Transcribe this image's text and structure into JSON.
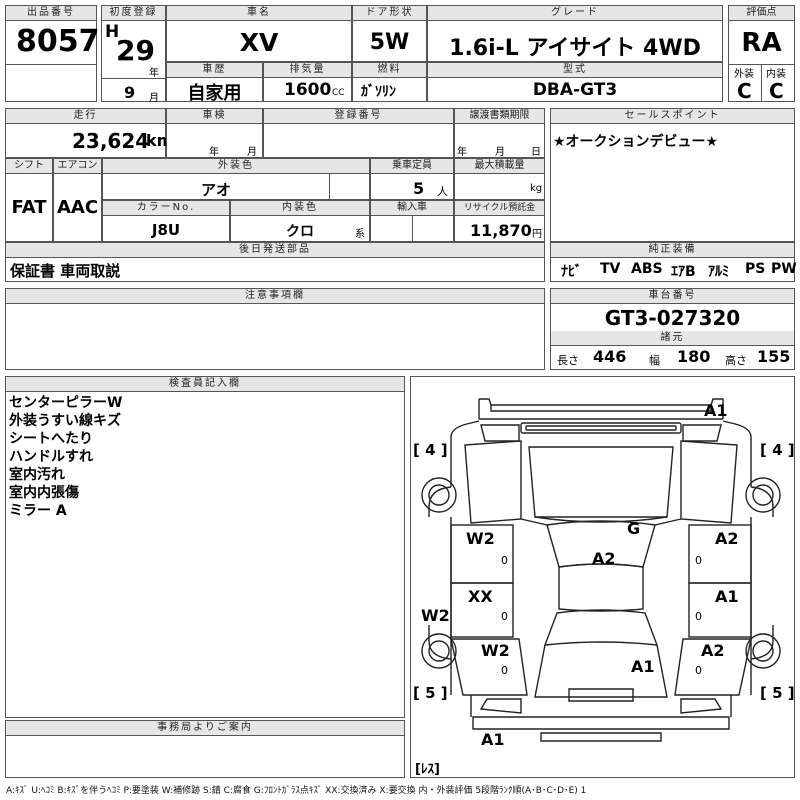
{
  "headers": {
    "lot": "出品番号",
    "first_reg": "初度登録",
    "car_name": "車名",
    "door": "ドア形状",
    "grade": "グレード",
    "score": "評価点",
    "history": "車歴",
    "displacement": "排気量",
    "fuel": "燃料",
    "model_code": "型式",
    "exterior": "外装",
    "interior": "内装",
    "mileage": "走行",
    "inspection": "車検",
    "registration": "登録番号",
    "transfer_deadline": "譲渡書類期限",
    "sales_point": "セールスポイント",
    "shift": "シフト",
    "aircon": "エアコン",
    "exterior_color": "外装色",
    "capacity": "乗車定員",
    "max_load": "最大積載量",
    "color_no": "カラーNo.",
    "interior_color": "内装色",
    "import": "輸入車",
    "recycle": "リサイクル預託金",
    "later_parts": "後日発送部品",
    "equipment": "純正装備",
    "cautions": "注意事項欄",
    "chassis": "車台番号",
    "dimensions": "諸元",
    "inspector": "検査員記入欄",
    "office": "事務局よりご案内"
  },
  "vehicle": {
    "lot_no": "8057",
    "era": "H",
    "reg_year": "29",
    "year_unit": "年",
    "reg_month": "9",
    "month_unit": "月",
    "name": "XV",
    "doors": "5W",
    "grade": "1.6i-L アイサイト 4WD",
    "score": "RA",
    "history": "自家用",
    "displacement": "1600",
    "displacement_unit": "CC",
    "fuel": "ｶﾞｿﾘﾝ",
    "model_code": "DBA-GT3",
    "exterior_grade": "C",
    "interior_grade": "C",
    "mileage": "23,624",
    "mileage_unit": "km",
    "inspection_year_unit": "年",
    "inspection_month_unit": "月",
    "transfer_year_unit": "年",
    "transfer_month_unit": "月",
    "transfer_day_unit": "日",
    "sales_point": "★オークションデビュー★",
    "shift": "FAT",
    "aircon": "AAC",
    "exterior_color": "アオ",
    "capacity": "5",
    "capacity_unit": "人",
    "max_load_unit": "kg",
    "color_no": "J8U",
    "interior_color": "クロ",
    "interior_color_suffix": "系",
    "recycle_fee": "11,870",
    "recycle_unit": "円",
    "later_parts": "保証書 車両取説",
    "equipment": [
      "ﾅﾋﾞ",
      "TV",
      "ABS",
      "ｴｱB",
      "ｱﾙﾐ",
      "PS",
      "PW"
    ],
    "chassis_no": "GT3-027320",
    "length_label": "長さ",
    "length": "446",
    "width_label": "幅",
    "width": "180",
    "height_label": "高さ",
    "height": "155"
  },
  "inspector_notes": [
    "センターピラーW",
    "外装うすい線キズ",
    "シートへたり",
    "ハンドルすれ",
    "室内汚れ",
    "室内内張傷",
    "ミラー A"
  ],
  "diagram": {
    "marks": {
      "top_right": "A1",
      "g": "G",
      "center": "A2",
      "left_front_door": "W2",
      "right_front_door": "A2",
      "left_rear_door": "XX",
      "right_rear_door": "A1",
      "left_rear_fender": "W2",
      "right_rear_fender": "A2",
      "left_pillar": "W2",
      "rear_panel": "A1",
      "bottom_left": "A1"
    },
    "zero": "0",
    "tire_front_left": "[ 4 ]",
    "tire_front_right": "[ 4 ]",
    "tire_rear_left": "[ 5 ]",
    "tire_rear_right": "[ 5 ]",
    "spare": "[ﾚｽ]"
  },
  "legend": "A:ｷｽﾞ U:ﾍｺﾐ B:ｷｽﾞを伴うﾍｺﾐ P:要塗装 W:補修跡 S:錆 C:腐食 G:ﾌﾛﾝﾄｶﾞﾗｽ点ｷｽﾞ XX:交換済み X:要交換 内・外装評価 5段階ﾗﾝｸ順(A･B･C･D･E) 1"
}
